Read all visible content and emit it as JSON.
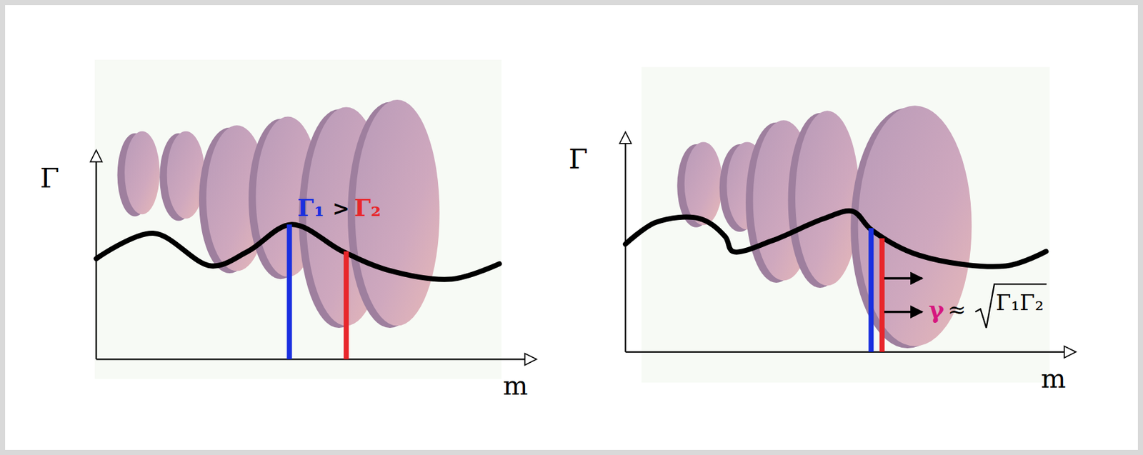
{
  "diagram": {
    "labels": [
      "Γ",
      "m",
      "Γ₁",
      ">",
      "Γ₂",
      "Γ",
      "m",
      "γ",
      "≈",
      "Γ₁Γ₂"
    ]
  }
}
